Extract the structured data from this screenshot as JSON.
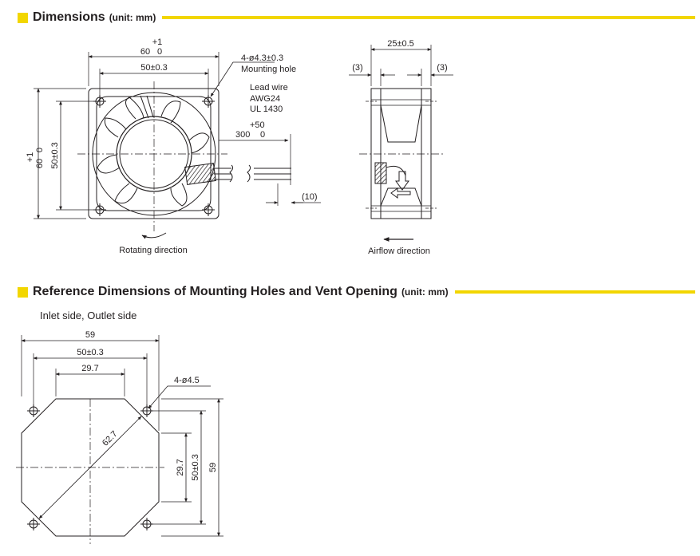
{
  "colors": {
    "accent": "#f2d600",
    "ink": "#231f20"
  },
  "dimensions": {
    "title": "Dimensions",
    "unit": "(unit: mm)",
    "front_view": {
      "width_nominal": "60",
      "tol_plus": "+1",
      "tol_minus": "0",
      "hole_pitch": "50±0.3",
      "mounting_hole": "4-ø4.3±0.3",
      "mounting_hole_label": "Mounting hole",
      "lead_wire_lines": [
        "Lead wire",
        "AWG24",
        "UL 1430"
      ],
      "lead_length_tol": "+50",
      "lead_length": "300",
      "lead_length_tol_minus": "0",
      "strip_length": "(10)",
      "rotating_label": "Rotating direction"
    },
    "side_view": {
      "depth": "25±0.5",
      "gap_left": "(3)",
      "gap_right": "(3)",
      "airflow_label": "Airflow direction"
    }
  },
  "reference": {
    "title": "Reference Dimensions of Mounting Holes and Vent Opening",
    "unit": "(unit: mm)",
    "subtitle": "Inlet side, Outlet side",
    "outer": "59",
    "hole_pitch": "50±0.3",
    "vent_flat": "29.7",
    "hole_dia": "4-ø4.5",
    "diagonal": "62.7",
    "right_inner": "29.7",
    "right_mid": "50±0.3",
    "right_outer": "59"
  }
}
